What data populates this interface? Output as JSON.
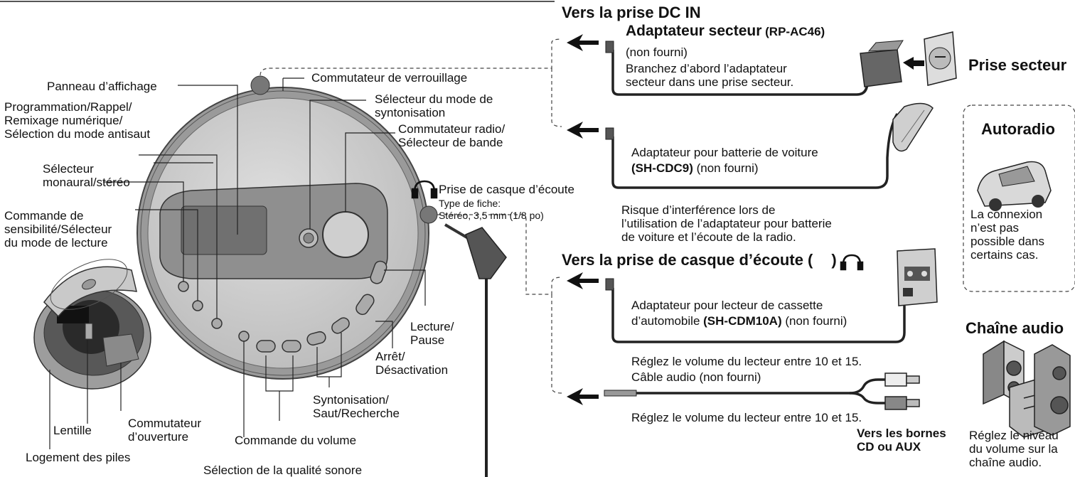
{
  "labels": {
    "panneau": "Panneau d’affichage",
    "verrouillage": "Commutateur de verrouillage",
    "selecteur_syntonisation": "Sélecteur du mode de\nsyntonisation",
    "commutateur_radio": "Commutateur radio/\nSélecteur de bande",
    "programmation": "Programmation/Rappel/\nRemixage numérique/\nSélection du mode antisaut",
    "monaural": "Sélecteur\nmonaural/stéréo",
    "sensibilite": "Commande de\nsensibilité/Sélecteur\ndu mode de lecture",
    "casque": "Prise de casque d’écoute",
    "fiche_type": "Type de fiche:",
    "fiche_stereo": "Stéréo, 3,5 mm (1/8 po)",
    "lecture": "Lecture/\nPause",
    "arret": "Arrêt/\nDésactivation",
    "syntonisation_saut": "Syntonisation/\nSaut/Recherche",
    "volume": "Commande du volume",
    "qualite": "Sélection de la qualité sonore",
    "lentille": "Lentille",
    "ouverture": "Commutateur\nd’ouverture",
    "piles": "Logement des piles"
  },
  "right": {
    "dc_in_title": "Vers la prise DC IN",
    "adaptateur_secteur": "Adaptateur secteur",
    "adaptateur_secteur_model": "(RP-AC46)",
    "non_fourni": "(non fourni)",
    "branchez": "Branchez d’abord l’adaptateur\nsecteur dans une prise secteur.",
    "prise_secteur": "Prise secteur",
    "batterie_line1": "Adaptateur pour batterie de voiture",
    "batterie_model": "(SH-CDC9)",
    "batterie_nf": " (non fourni)",
    "risque": "Risque d’interférence lors de\nl’utilisation de l’adaptateur pour batterie\nde voiture et l’écoute de la radio.",
    "casque_title": "Vers la prise de casque d’écoute (",
    "casque_title_end": ")",
    "cassette_line1": "Adaptateur pour lecteur de cassette",
    "cassette_line2a": "d’automobile ",
    "cassette_model": "(SH-CDM10A)",
    "cassette_nf": " (non fourni)",
    "reglez1": "Réglez le volume du lecteur entre 10 et 15.",
    "cable": "Câble audio (non fourni)",
    "reglez2": "Réglez le volume du lecteur entre 10 et 15.",
    "bornes": "Vers les bornes\nCD ou AUX",
    "autoradio": "Autoradio",
    "connexion": "La connexion\nn’est pas\npossible dans\ncertains cas.",
    "chaine": "Chaîne audio",
    "chaine_note": "Réglez le niveau\ndu volume sur la\nchaîne audio."
  }
}
